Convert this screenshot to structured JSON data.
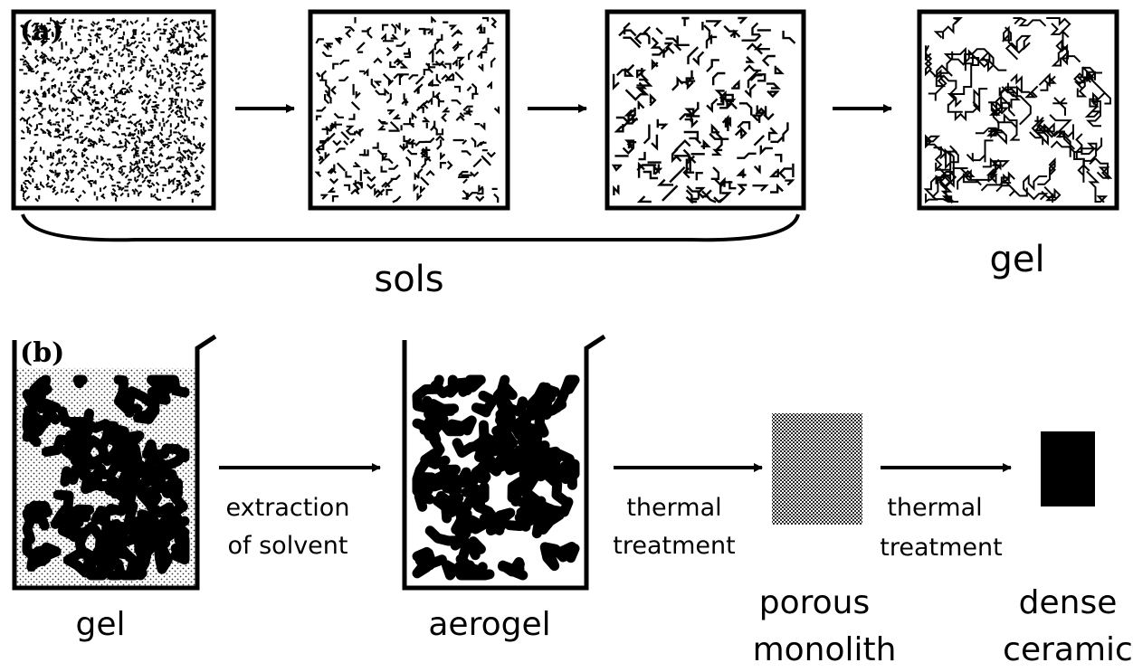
{
  "panel_a": {
    "tag": "(a)",
    "sols_label": "sols",
    "gel_label": "gel"
  },
  "panel_b": {
    "tag": "(b)",
    "gel_label": "gel",
    "aerogel_label": "aerogel",
    "step1": [
      "extraction",
      "of solvent"
    ],
    "step2": [
      "thermal",
      "treatment"
    ],
    "step3": [
      "thermal",
      "treatment"
    ],
    "porous_label": [
      "porous",
      "monolith"
    ],
    "dense_label": [
      "dense",
      "ceramic"
    ]
  }
}
